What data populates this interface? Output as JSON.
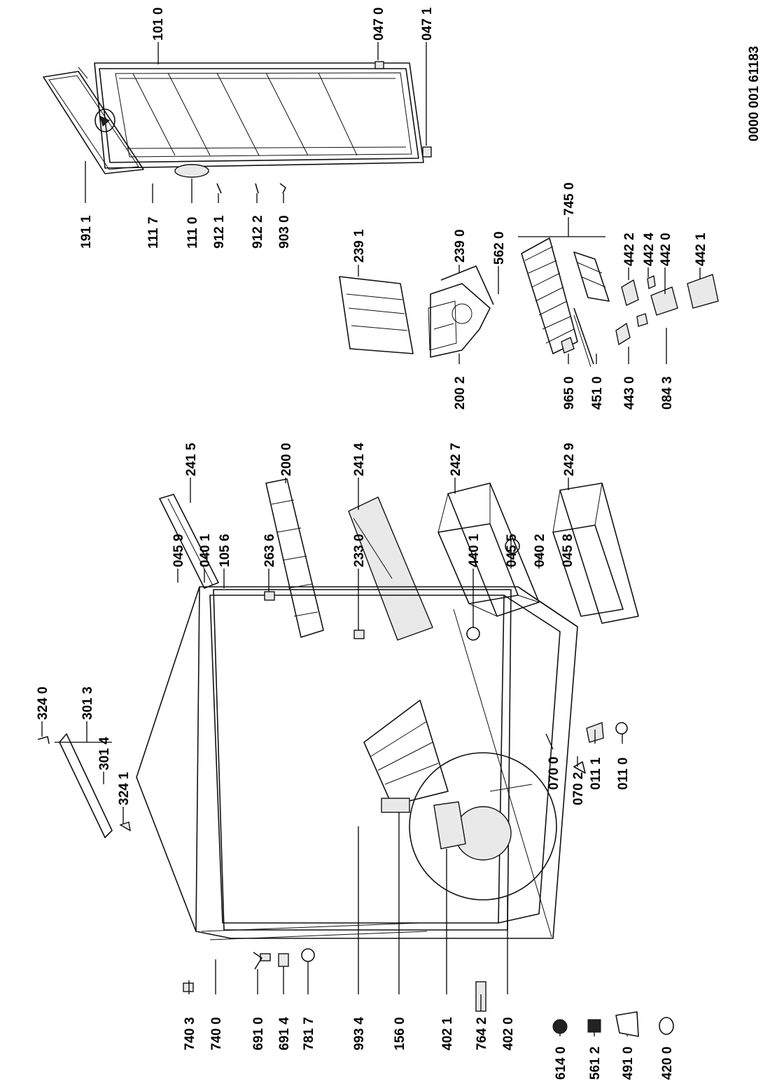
{
  "document_id": "0000 001 61183",
  "labels": [
    {
      "id": "101-0",
      "text": "101 0"
    },
    {
      "id": "047-0",
      "text": "047 0"
    },
    {
      "id": "047-1",
      "text": "047 1"
    },
    {
      "id": "191-1",
      "text": "191 1"
    },
    {
      "id": "111-7",
      "text": "111 7"
    },
    {
      "id": "111-0",
      "text": "111 0"
    },
    {
      "id": "912-1",
      "text": "912 1"
    },
    {
      "id": "912-2",
      "text": "912 2"
    },
    {
      "id": "903-0",
      "text": "903 0"
    },
    {
      "id": "745-0",
      "text": "745 0"
    },
    {
      "id": "239-1",
      "text": "239 1"
    },
    {
      "id": "239-0",
      "text": "239 0"
    },
    {
      "id": "562-0",
      "text": "562 0"
    },
    {
      "id": "442-2",
      "text": "442 2"
    },
    {
      "id": "442-4",
      "text": "442 4"
    },
    {
      "id": "442-0",
      "text": "442 0"
    },
    {
      "id": "442-1",
      "text": "442 1"
    },
    {
      "id": "200-2",
      "text": "200 2"
    },
    {
      "id": "965-0",
      "text": "965 0"
    },
    {
      "id": "451-0",
      "text": "451 0"
    },
    {
      "id": "443-0",
      "text": "443 0"
    },
    {
      "id": "084-3",
      "text": "084 3"
    },
    {
      "id": "241-5",
      "text": "241 5"
    },
    {
      "id": "200-0",
      "text": "200 0"
    },
    {
      "id": "241-4",
      "text": "241 4"
    },
    {
      "id": "242-7",
      "text": "242 7"
    },
    {
      "id": "242-9",
      "text": "242 9"
    },
    {
      "id": "324-0",
      "text": "324 0"
    },
    {
      "id": "301-3",
      "text": "301 3"
    },
    {
      "id": "301-4",
      "text": "301 4"
    },
    {
      "id": "324-1",
      "text": "324 1"
    },
    {
      "id": "045-9",
      "text": "045 9"
    },
    {
      "id": "040-1",
      "text": "040 1"
    },
    {
      "id": "105-6",
      "text": "105 6"
    },
    {
      "id": "263-6",
      "text": "263 6"
    },
    {
      "id": "233-0",
      "text": "233 0"
    },
    {
      "id": "440-1",
      "text": "440 1"
    },
    {
      "id": "045-5",
      "text": "045 5"
    },
    {
      "id": "040-2",
      "text": "040 2"
    },
    {
      "id": "045-8",
      "text": "045 8"
    },
    {
      "id": "070-0",
      "text": "070 0"
    },
    {
      "id": "070-2",
      "text": "070 2"
    },
    {
      "id": "011-1",
      "text": "011 1"
    },
    {
      "id": "011-0",
      "text": "011 0"
    },
    {
      "id": "740-3",
      "text": "740 3"
    },
    {
      "id": "740-0",
      "text": "740 0"
    },
    {
      "id": "691-0",
      "text": "691 0"
    },
    {
      "id": "691-4",
      "text": "691 4"
    },
    {
      "id": "781-7",
      "text": "781 7"
    },
    {
      "id": "993-4",
      "text": "993 4"
    },
    {
      "id": "156-0",
      "text": "156 0"
    },
    {
      "id": "402-1",
      "text": "402 1"
    },
    {
      "id": "764-2",
      "text": "764 2"
    },
    {
      "id": "402-0",
      "text": "402 0"
    },
    {
      "id": "614-0",
      "text": "614 0"
    },
    {
      "id": "561-2",
      "text": "561 2"
    },
    {
      "id": "491-0",
      "text": "491 0"
    },
    {
      "id": "420-0",
      "text": "420 0"
    }
  ]
}
